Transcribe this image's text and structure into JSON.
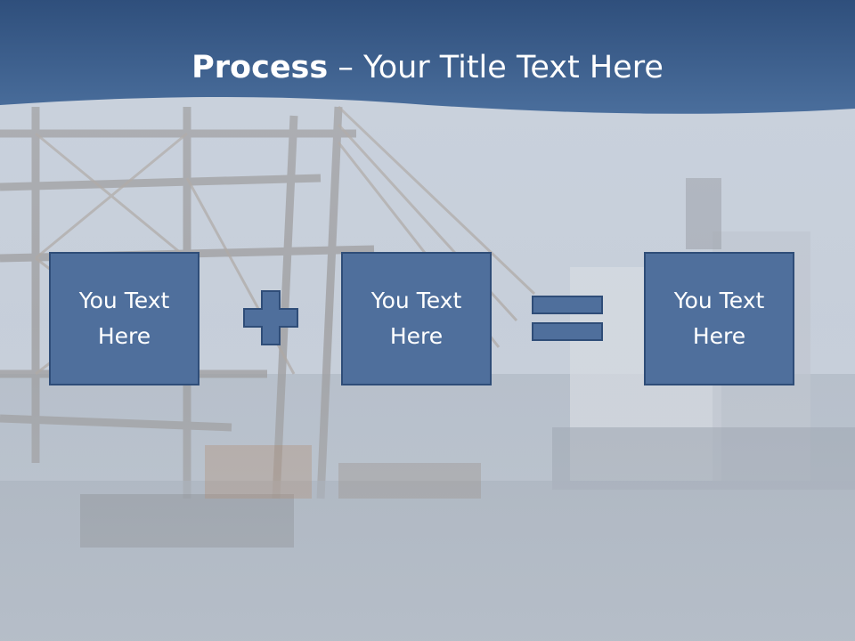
{
  "slide": {
    "title_bold": "Process",
    "title_rest": " – Your Title Text Here",
    "boxes": [
      {
        "text": "You Text Here"
      },
      {
        "text": "You Text Here"
      },
      {
        "text": "You Text Here"
      }
    ],
    "operators": [
      "plus",
      "equals"
    ]
  },
  "colors": {
    "header": "#3d6291",
    "box_fill": "#4f6f9c",
    "box_border": "#2f4d78"
  }
}
